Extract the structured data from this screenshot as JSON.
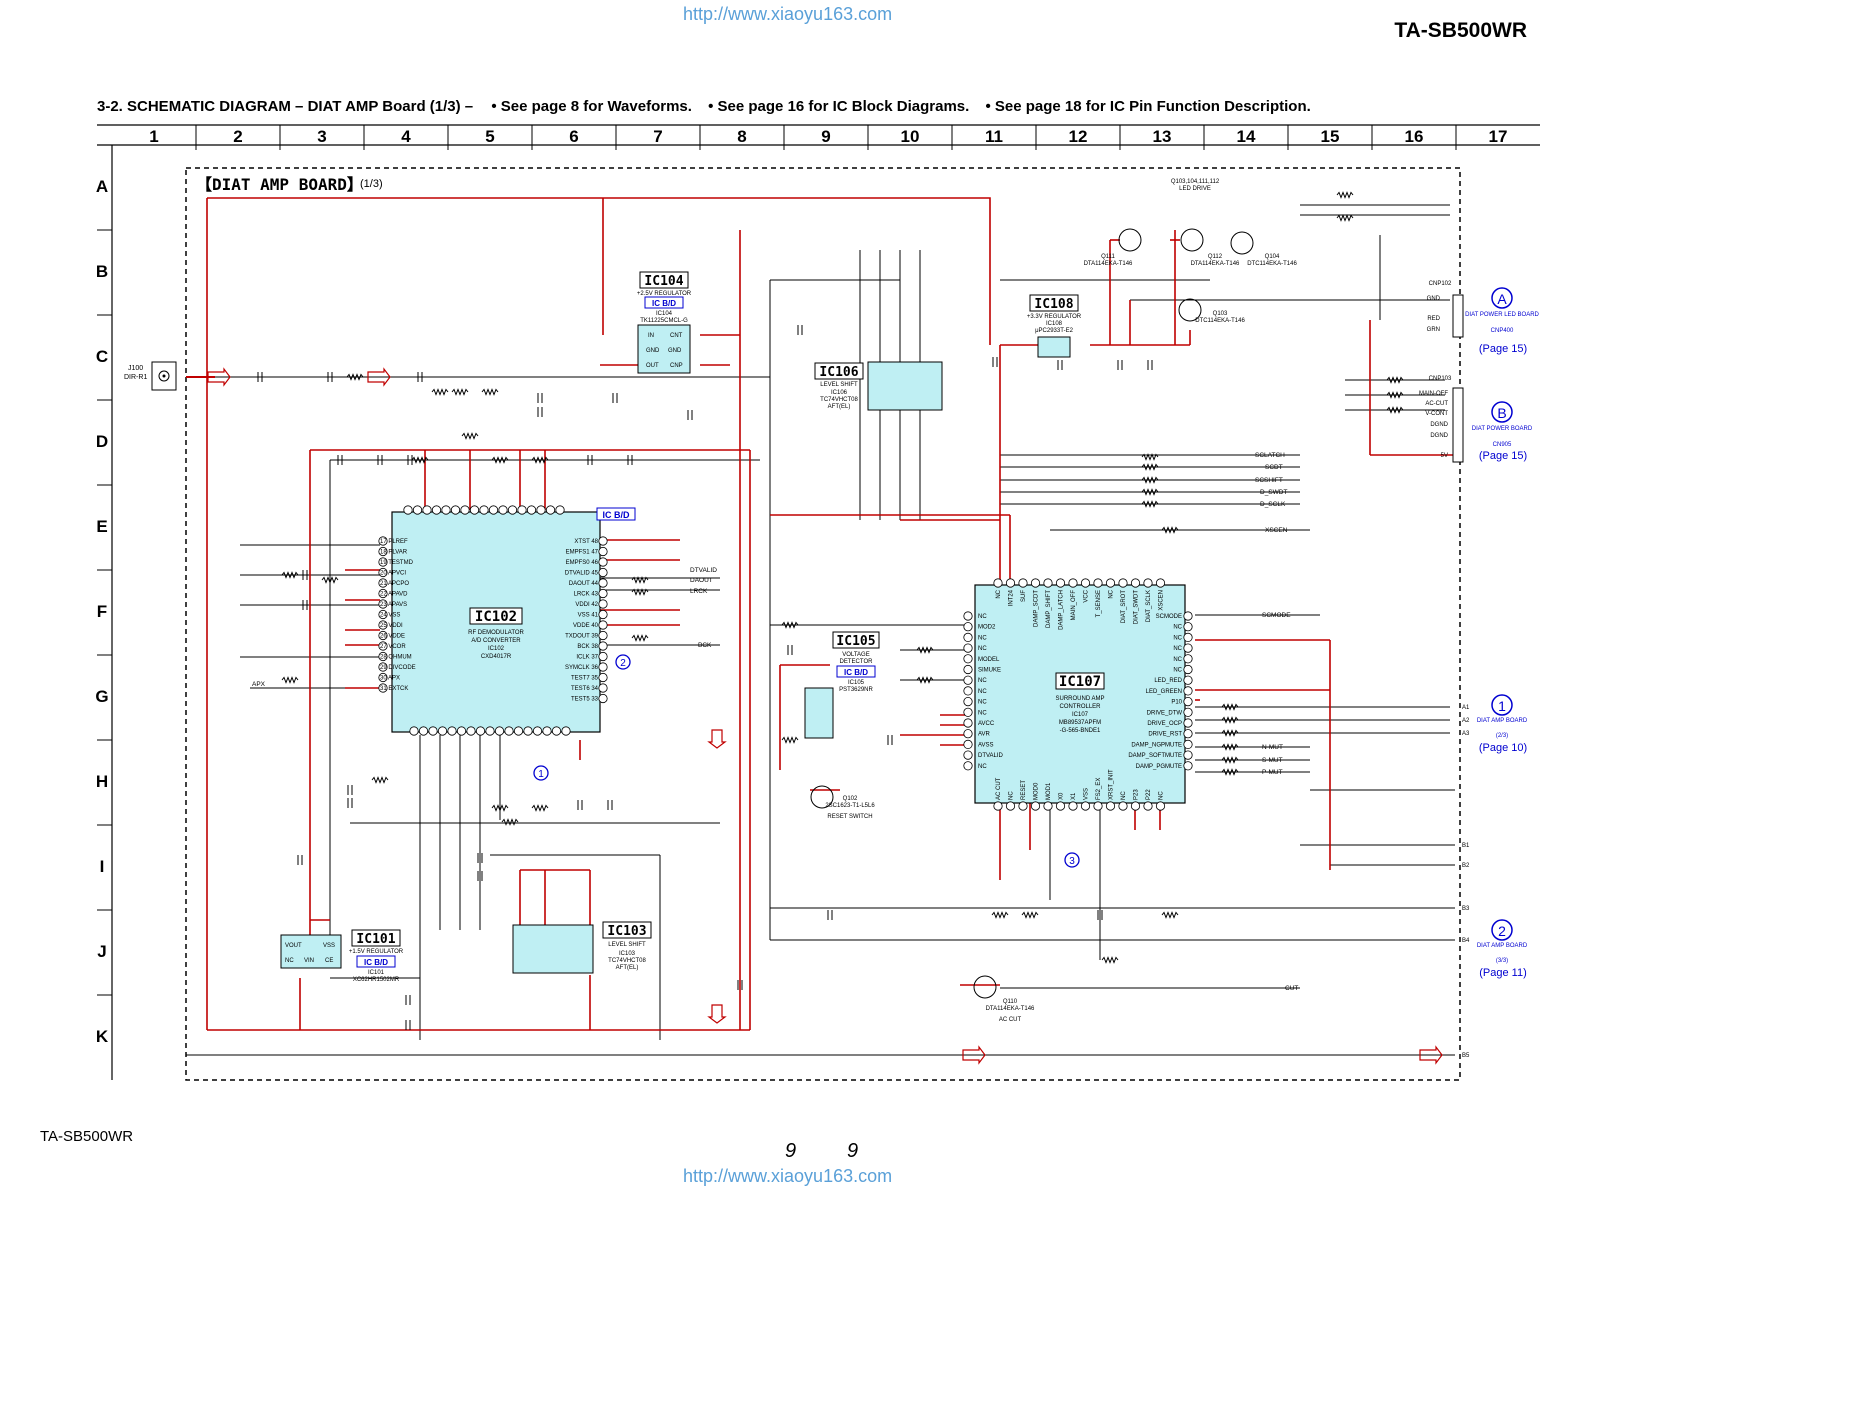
{
  "header": {
    "url": "http://www.xiaoyu163.com",
    "model": "TA-SB500WR",
    "title": "3-2.  SCHEMATIC  DIAGRAM  – DIAT AMP Board (1/3) –",
    "notes": [
      "• See page 8 for Waveforms.",
      "• See page 16 for IC Block Diagrams.",
      "• See page 18 for IC Pin Function Description."
    ]
  },
  "grid": {
    "columns": [
      "1",
      "2",
      "3",
      "4",
      "5",
      "6",
      "7",
      "8",
      "9",
      "10",
      "11",
      "12",
      "13",
      "14",
      "15",
      "16",
      "17"
    ],
    "rows": [
      "A",
      "B",
      "C",
      "D",
      "E",
      "F",
      "G",
      "H",
      "I",
      "J",
      "K"
    ]
  },
  "board": {
    "label": "【DIAT AMP BOARD】",
    "part": "(1/3)"
  },
  "ics": [
    {
      "id": "ic101",
      "name": "IC101",
      "badge": "IC B/D",
      "desc1": "+1.5V REGULATOR",
      "desc2": "IC101",
      "desc3": "XC62HR1502MR"
    },
    {
      "id": "ic102",
      "name": "IC102",
      "badge": "IC B/D",
      "desc1": "RF DEMODULATOR",
      "desc2": "A/D CONVERTER",
      "desc3": "IC102",
      "desc4": "CXD4017R"
    },
    {
      "id": "ic103",
      "name": "IC103",
      "desc1": "LEVEL SHIFT",
      "desc2": "IC103",
      "desc3": "TC74VHCT08",
      "desc4": "AFT(EL)"
    },
    {
      "id": "ic104",
      "name": "IC104",
      "badge": "IC B/D",
      "desc1": "+2.5V REGULATOR",
      "desc2": "IC104",
      "desc3": "TK11225CMCL-G"
    },
    {
      "id": "ic105",
      "name": "IC105",
      "badge": "IC B/D",
      "desc1": "VOLTAGE",
      "desc2": "DETECTOR",
      "desc3": "IC105",
      "desc4": "PST3629NR"
    },
    {
      "id": "ic106",
      "name": "IC106",
      "desc1": "LEVEL SHIFT",
      "desc2": "IC106",
      "desc3": "TC74VHCT08",
      "desc4": "AFT(EL)"
    },
    {
      "id": "ic107",
      "name": "IC107",
      "desc1": "SURROUND AMP",
      "desc2": "CONTROLLER",
      "desc3": "IC107",
      "desc4": "MB89537APFM",
      "desc5": "-G-565-BNDE1"
    },
    {
      "id": "ic108",
      "name": "IC108",
      "desc1": "+3.3V REGULATOR",
      "desc2": "IC108",
      "desc3": "μPC2933T-E2"
    }
  ],
  "ic102_left_pins": [
    "17 PLREF",
    "18 PLVAR",
    "19 TESTMD",
    "20 APVCI",
    "21 APCPO",
    "22 APAVD",
    "23 APAVS",
    "24 VSS",
    "25 VDDI",
    "26 VDDE",
    "27 VCOR",
    "28 OHMUM",
    "29 DIVCODE",
    "30 APX",
    "31 EXTCK"
  ],
  "ic102_right_pins": [
    "XTST 48",
    "EMPFS1 47",
    "EMPFS0 46",
    "DTVALID 45",
    "DAOUT 44",
    "LRCK 43",
    "VDDI 42",
    "VSS 41",
    "VDDE 40",
    "TXDOUT 39",
    "BCK 38",
    "ICLK 37",
    "SYMCLK 36",
    "TEST7 35",
    "TEST6 34",
    "TEST5 33"
  ],
  "ic107_left_pins": [
    "NC",
    "MOD2",
    "NC",
    "NC",
    "MODEL",
    "SIMUKE",
    "NC",
    "NC",
    "NC",
    "NC",
    "AVCC",
    "AVR",
    "AVSS",
    "DTVALID",
    "NC"
  ],
  "ic107_right_pins": [
    "SCMODE",
    "NC",
    "NC",
    "NC",
    "NC",
    "NC",
    "LED_RED",
    "LED_GREEN",
    "P10",
    "DRIVE_DTW",
    "DRIVE_OCP",
    "DRIVE_RST",
    "DAMP_NGPMUTE",
    "DAMP_SOFTMUTE",
    "DAMP_PGMUTE"
  ],
  "ic107_top_pins": [
    "NC",
    "INT24",
    "SUF",
    "DAMP_SCDT",
    "DAMP_SHIFT",
    "DAMP_LATCH",
    "MAIN_OFF",
    "VCC",
    "T_SENSE",
    "NC",
    "DIAT_SROT",
    "DIAT_SWDT",
    "DIAT_SCLK",
    "XSCEN"
  ],
  "ic107_bottom_pins": [
    "AC CUT",
    "NC",
    "RESET",
    "MOD0",
    "MOD1",
    "X0",
    "X1",
    "VSS",
    "FS2_EX",
    "XRST_INIT",
    "NC",
    "P23",
    "P22",
    "NC"
  ],
  "signals": [
    "SCLATCH",
    "SCDT",
    "SCSHIFT",
    "D_SWDT",
    "D_SCLK",
    "XSCEN",
    "SCMODE",
    "DTVALID",
    "DAOUT",
    "LRCK",
    "BCK",
    "N-MUT",
    "S-MUT",
    "P-MUT",
    "CUT",
    "APX"
  ],
  "transistors": [
    {
      "name": "Q103,104,111,112",
      "desc": "LED DRIVE"
    },
    {
      "name": "Q111",
      "desc": "DTA114EKA-T146"
    },
    {
      "name": "Q112",
      "desc": "DTA114EKA-T146"
    },
    {
      "name": "Q104",
      "desc": "DTC114EKA-T146"
    },
    {
      "name": "Q103",
      "desc": "DTC114EKA-T146"
    },
    {
      "name": "Q102",
      "desc": "2SC1623-T1-L5L6",
      "desc2": "RESET SWITCH"
    },
    {
      "name": "Q110",
      "desc": "DTA114EKA-T146",
      "desc2": "AC CUT"
    }
  ],
  "connectors": [
    {
      "id": "A",
      "cn": "CNP102",
      "pins": [
        "GND",
        "RED",
        "GRN"
      ],
      "title": "DIAT POWER LED BOARD",
      "sub": "CNP400",
      "page": "(Page 15)"
    },
    {
      "id": "B",
      "cn": "CNP103",
      "pins": [
        "MAIN-OFF",
        "AC-CUT",
        "V-CONT",
        "DGND",
        "DGND",
        "5V"
      ],
      "title": "DIAT POWER BOARD",
      "sub": "CN905",
      "page": "(Page 15)"
    },
    {
      "id": "1",
      "title": "DIAT AMP BOARD",
      "sub": "(2/3)",
      "page": "(Page 10)",
      "pins": [
        "A1",
        "A2",
        "A3"
      ]
    },
    {
      "id": "2",
      "title": "DIAT AMP BOARD",
      "sub": "(3/3)",
      "page": "(Page 11)",
      "pins": [
        "B1",
        "B2",
        "B3",
        "B4",
        "B5"
      ]
    }
  ],
  "jack": {
    "name": "J100",
    "label": "DIR-R1"
  },
  "markers": [
    "1",
    "2",
    "3"
  ],
  "footer": {
    "model": "TA-SB500WR",
    "pages": [
      "9",
      "9"
    ],
    "url": "http://www.xiaoyu163.com"
  }
}
